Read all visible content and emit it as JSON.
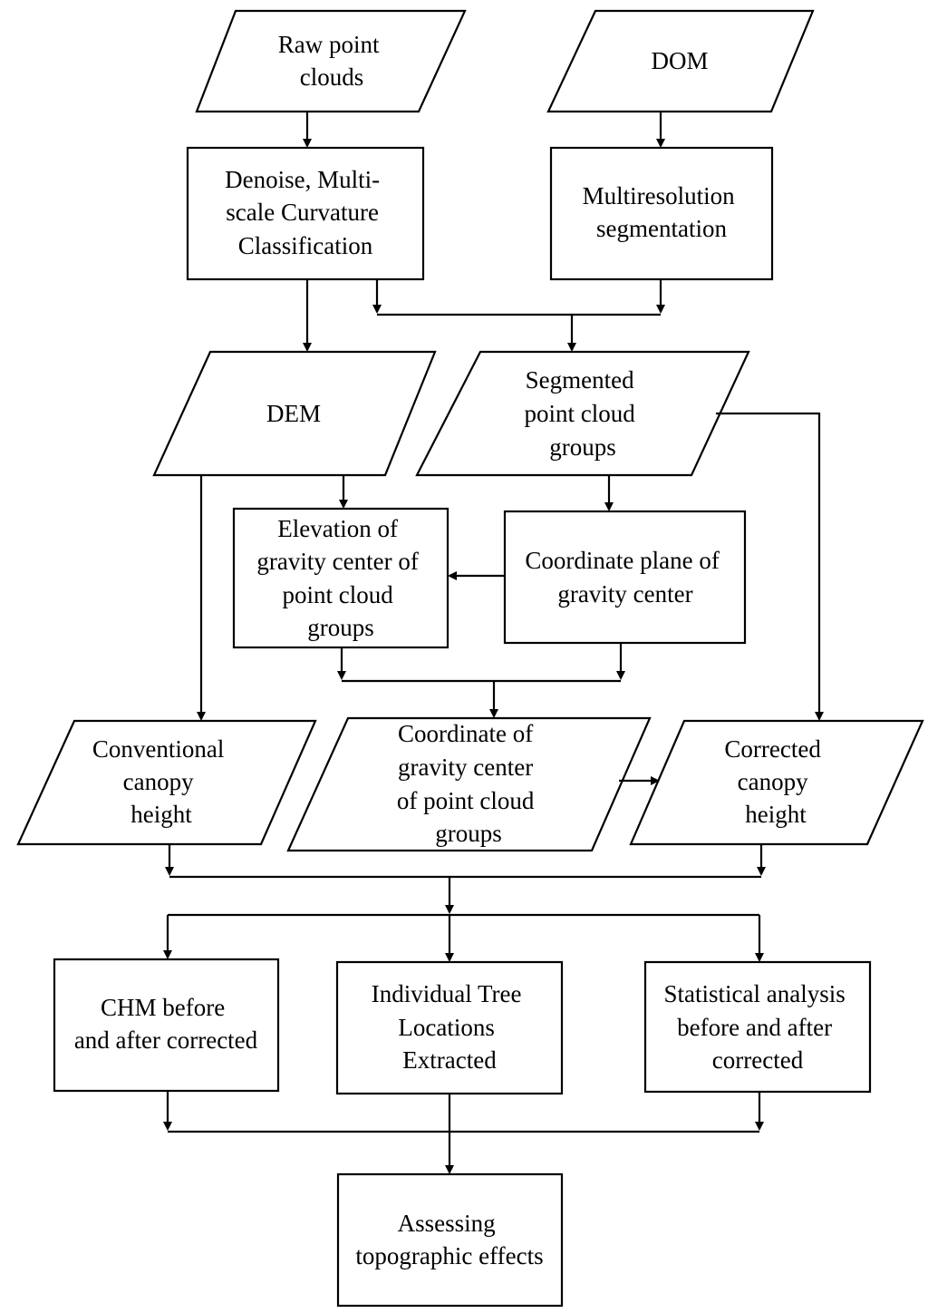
{
  "nodes": {
    "raw_point_clouds": [
      "Raw point",
      "clouds"
    ],
    "dom": [
      "DOM"
    ],
    "denoise": [
      "Denoise, Multi-",
      "scale Curvature",
      "Classification"
    ],
    "multiresolution": [
      "Multiresolution",
      "segmentation"
    ],
    "dem": [
      "DEM"
    ],
    "segmented": [
      "Segmented",
      "point cloud",
      "groups"
    ],
    "elevation": [
      "Elevation of",
      "gravity center of",
      "point cloud",
      "groups"
    ],
    "coordinate_plane": [
      "Coordinate plane of",
      "gravity center"
    ],
    "conventional": [
      "Conventional",
      "canopy",
      "height"
    ],
    "coordinate_gravity": [
      "Coordinate of",
      "gravity  center",
      "of point cloud",
      "groups"
    ],
    "corrected": [
      "Corrected",
      "canopy",
      "height"
    ],
    "chm": [
      "CHM before",
      "and after corrected"
    ],
    "individual": [
      "Individual Tree",
      "Locations",
      "Extracted"
    ],
    "statistical": [
      "Statistical analysis",
      "before and after",
      "corrected"
    ],
    "assessing": [
      "Assessing",
      "topographic effects"
    ]
  }
}
